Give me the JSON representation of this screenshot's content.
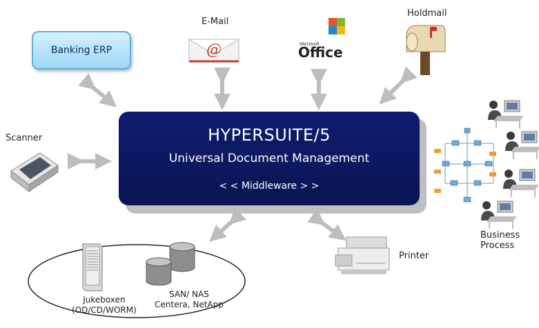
{
  "hub": {
    "title": "HYPERSUITE/5",
    "subtitle": "Universal Document Management",
    "tagline": "< < Middleware > >"
  },
  "nodes": {
    "banking_erp": "Banking ERP",
    "email": "E-Mail",
    "office": "Office",
    "holdmail": "Holdmail",
    "scanner": "Scanner",
    "printer": "Printer",
    "business_process": [
      "Business",
      "Process"
    ]
  },
  "storage": {
    "jukebox": [
      "Jukeboxen",
      "(OD/CD/WORM)"
    ],
    "san": [
      "SAN/ NAS",
      "Centera, NetApp"
    ]
  },
  "colors": {
    "hub": "#0a1454",
    "arrow": "#bdbdbd",
    "erp_fill": "#a8dbf7",
    "erp_border": "#5aaee0",
    "email_accent": "#c0392b"
  },
  "icons": {
    "email": "envelope-icon",
    "office": "ms-office-logo",
    "holdmail": "mailbox-icon",
    "scanner": "scanner-icon",
    "printer": "printer-icon",
    "business_process": "flowchart-icon",
    "users": "workstation-user-icon",
    "jukebox": "server-tower-icon",
    "san": "disk-storage-icon"
  }
}
